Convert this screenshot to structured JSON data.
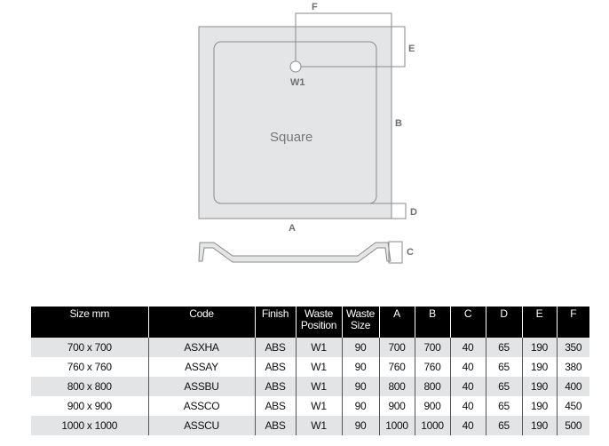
{
  "diagram": {
    "shape_label": "Square",
    "waste_label": "W1",
    "dimension_labels": {
      "A": "A",
      "B": "B",
      "C": "C",
      "D": "D",
      "E": "E",
      "F": "F"
    }
  },
  "table": {
    "headers": [
      "Size mm",
      "Code",
      "Finish",
      "Waste Position",
      "Waste Size",
      "A",
      "B",
      "C",
      "D",
      "E",
      "F"
    ],
    "rows": [
      [
        "700 x 700",
        "ASXHA",
        "ABS",
        "W1",
        "90",
        "700",
        "700",
        "40",
        "65",
        "190",
        "350"
      ],
      [
        "760 x 760",
        "ASSAY",
        "ABS",
        "W1",
        "90",
        "760",
        "760",
        "40",
        "65",
        "190",
        "380"
      ],
      [
        "800 x 800",
        "ASSBU",
        "ABS",
        "W1",
        "90",
        "800",
        "800",
        "40",
        "65",
        "190",
        "400"
      ],
      [
        "900 x 900",
        "ASSCO",
        "ABS",
        "W1",
        "90",
        "900",
        "900",
        "40",
        "65",
        "190",
        "450"
      ],
      [
        "1000 x 1000",
        "ASSCU",
        "ABS",
        "W1",
        "90",
        "1000",
        "1000",
        "40",
        "65",
        "190",
        "500"
      ]
    ]
  }
}
